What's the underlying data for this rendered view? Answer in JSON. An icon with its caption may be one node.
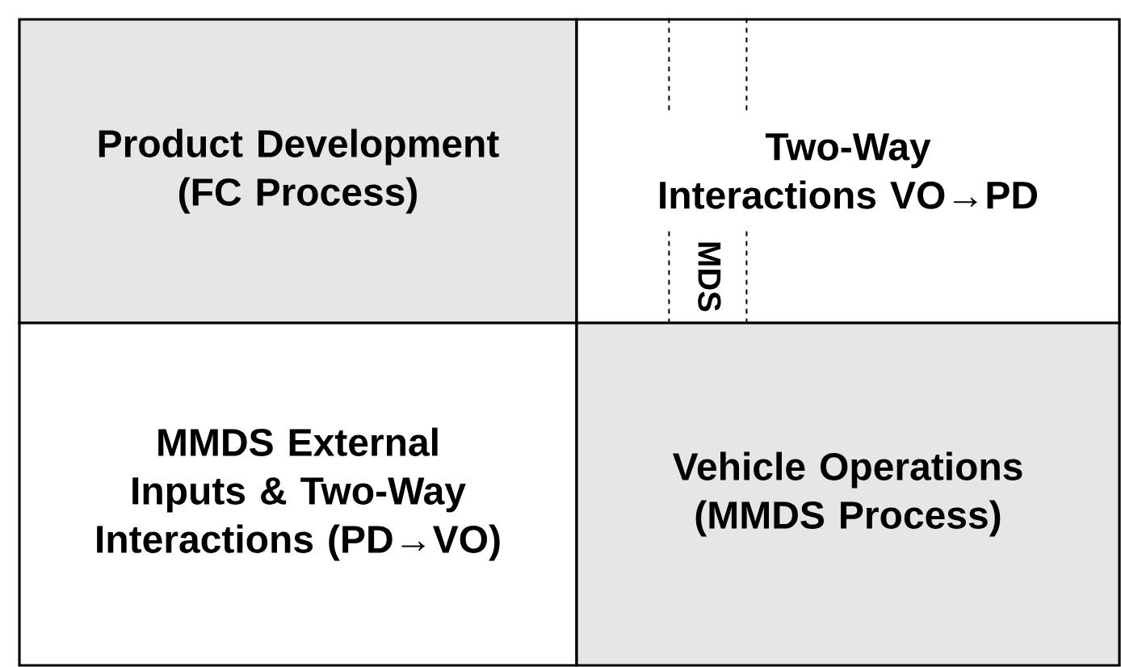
{
  "diagram": {
    "nodes": [
      {
        "text": [
          "Product Development (FC Process)"
        ]
      },
      {
        "text": [
          "Two-Way Interactions VO→PD"
        ]
      },
      {
        "text": [
          "MDS"
        ],
        "in": 1
      },
      {
        "text": [
          "MMDS External Inputs & Two-Way Interactions (PD→VO)"
        ]
      },
      {
        "text": [
          "Vehicle Operations (MMDS Process)"
        ]
      }
    ]
  }
}
